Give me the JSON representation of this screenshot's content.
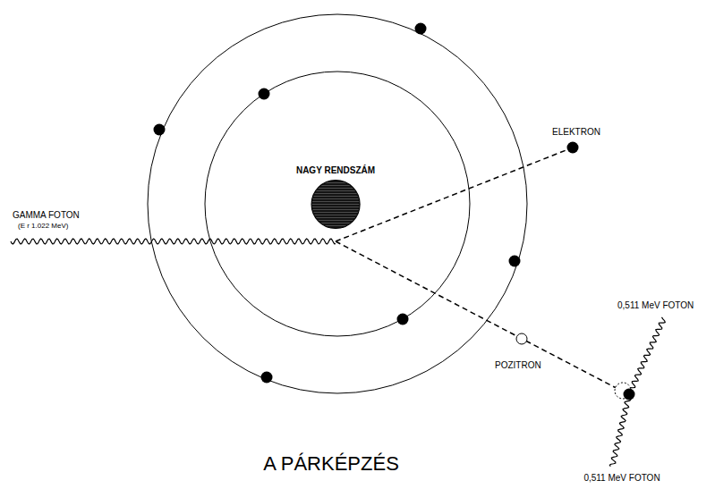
{
  "diagram": {
    "caption": "A PÁRKÉPZÉS",
    "nodes": [
      {
        "text": [
          "NAGY RENDSZÁM"
        ]
      }
    ],
    "labels": [
      "GAMMA FOTON",
      "(E r 1.022 MeV)",
      "ELEKTRON",
      "POZITRON",
      "0,511 MeV FOTON",
      "0,511 MeV FOTON"
    ]
  }
}
